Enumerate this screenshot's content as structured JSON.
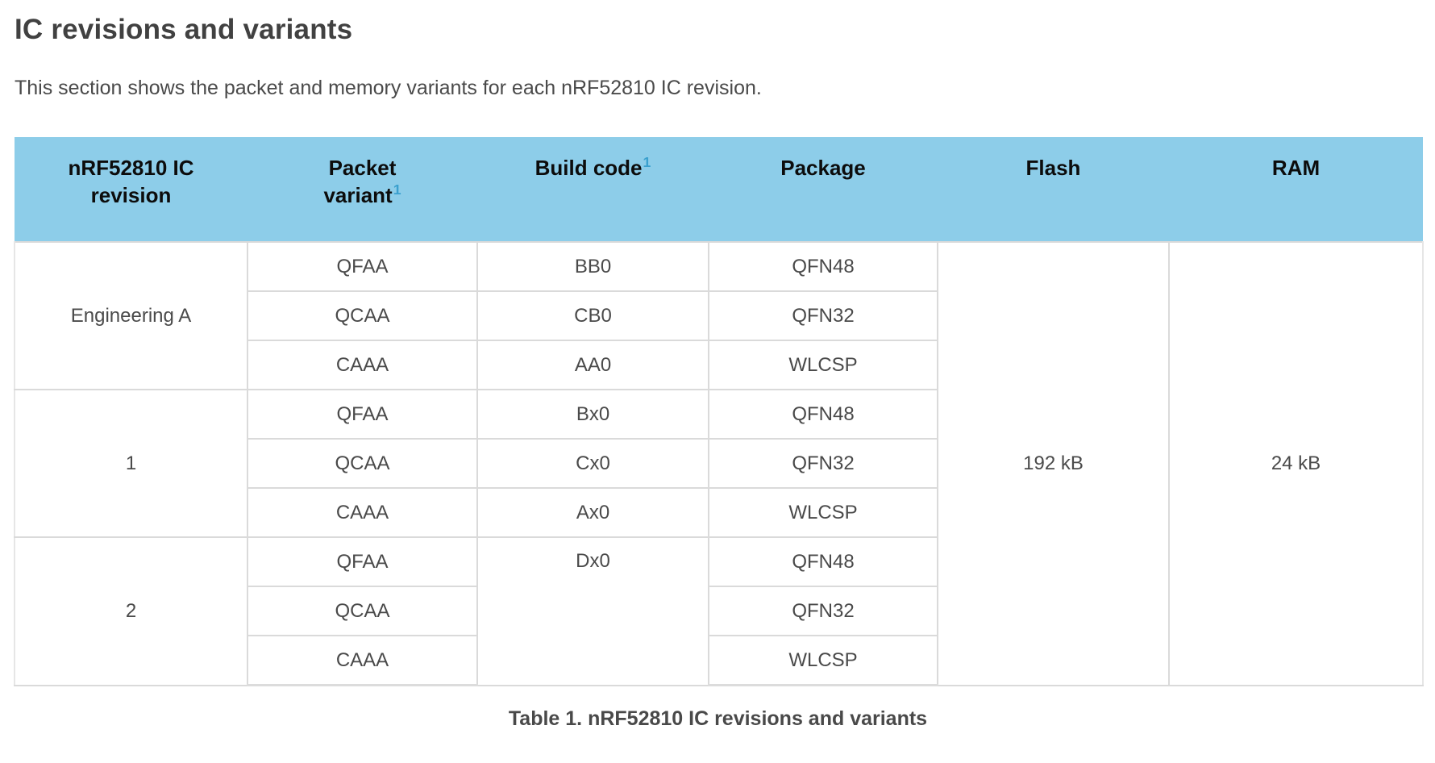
{
  "page": {
    "title": "IC revisions and variants",
    "intro": "This section shows the packet and memory variants for each nRF52810 IC revision.",
    "table_caption": "Table 1. nRF52810 IC revisions and variants"
  },
  "colors": {
    "header_bg": "#8DCDE9",
    "footnote_link_blue": "#3AA0CE",
    "body_text": "#4A4A4A",
    "cell_border": "#DADADA"
  },
  "table": {
    "headers": {
      "revision": {
        "line1": "nRF52810 IC",
        "line2": "revision"
      },
      "packet_variant": {
        "line1": "Packet",
        "line2": "variant",
        "footnote": "1"
      },
      "build_code": {
        "line1": "Build code",
        "footnote": "1"
      },
      "package": {
        "line1": "Package"
      },
      "flash": {
        "line1": "Flash"
      },
      "ram": {
        "line1": "RAM"
      }
    },
    "groups": [
      {
        "revision": "Engineering A",
        "rows": [
          {
            "packet_variant": "QFAA",
            "build_code": "BB0",
            "package": "QFN48"
          },
          {
            "packet_variant": "QCAA",
            "build_code": "CB0",
            "package": "QFN32"
          },
          {
            "packet_variant": "CAAA",
            "build_code": "AA0",
            "package": "WLCSP"
          }
        ]
      },
      {
        "revision": "1",
        "rows": [
          {
            "packet_variant": "QFAA",
            "build_code": "Bx0",
            "package": "QFN48"
          },
          {
            "packet_variant": "QCAA",
            "build_code": "Cx0",
            "package": "QFN32"
          },
          {
            "packet_variant": "CAAA",
            "build_code": "Ax0",
            "package": "WLCSP"
          }
        ]
      },
      {
        "revision": "2",
        "build_code": "Dx0",
        "rows": [
          {
            "packet_variant": "QFAA",
            "package": "QFN48"
          },
          {
            "packet_variant": "QCAA",
            "package": "QFN32"
          },
          {
            "packet_variant": "CAAA",
            "package": "WLCSP"
          }
        ]
      }
    ],
    "flash_value": "192 kB",
    "ram_value": "24 kB"
  }
}
